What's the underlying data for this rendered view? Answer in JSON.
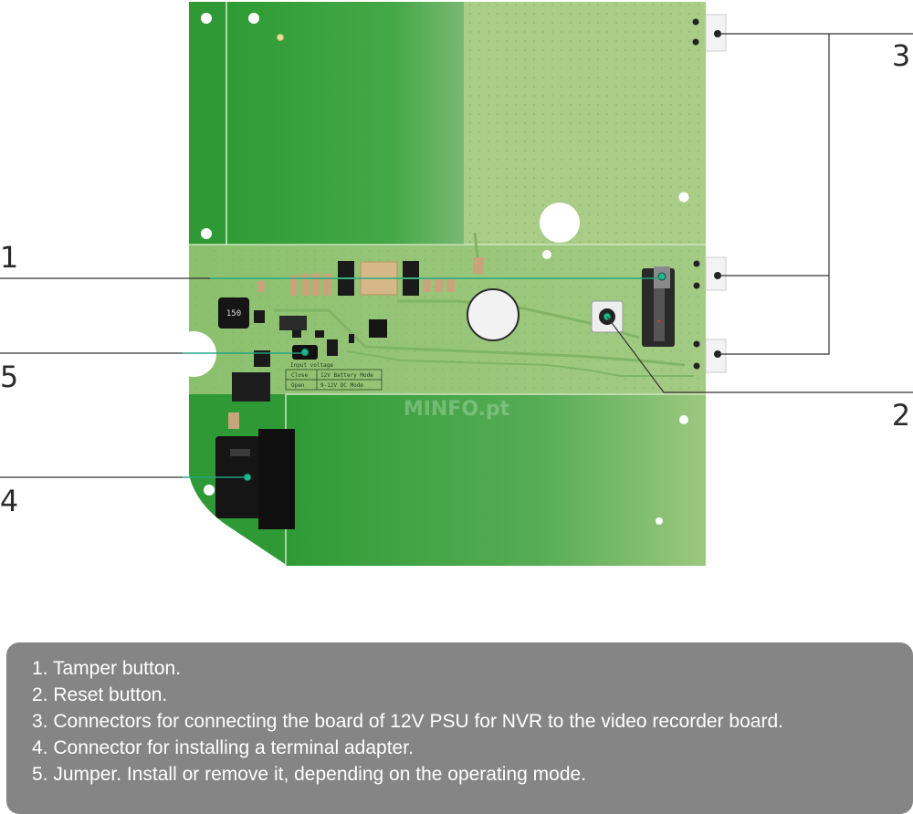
{
  "callouts": [
    "1",
    "2",
    "3",
    "4",
    "5"
  ],
  "board": {
    "inductor_marking": "150",
    "jumper_table_title": "Input voltage",
    "jumper_table": [
      [
        "Close",
        "12V Battery Mode"
      ],
      [
        "Open",
        "9-12V DC Mode"
      ]
    ],
    "watermark": "MINFO.pt"
  },
  "legend": {
    "items": [
      "1. Tamper button.",
      "2. Reset button.",
      "3. Connectors for connecting the board of 12V PSU for NVR to the video recorder board.",
      "4. Connector for installing a terminal adapter.",
      "5. Jumper. Install or remove it, depending on the operating mode."
    ]
  },
  "colors": {
    "pcb_dark": "#2f9a35",
    "pcb_light": "#a9cd86",
    "leader_line": "#333333",
    "marker_teal": "#1fb88f",
    "legend_bg": "#858585",
    "legend_text": "#ffffff"
  }
}
